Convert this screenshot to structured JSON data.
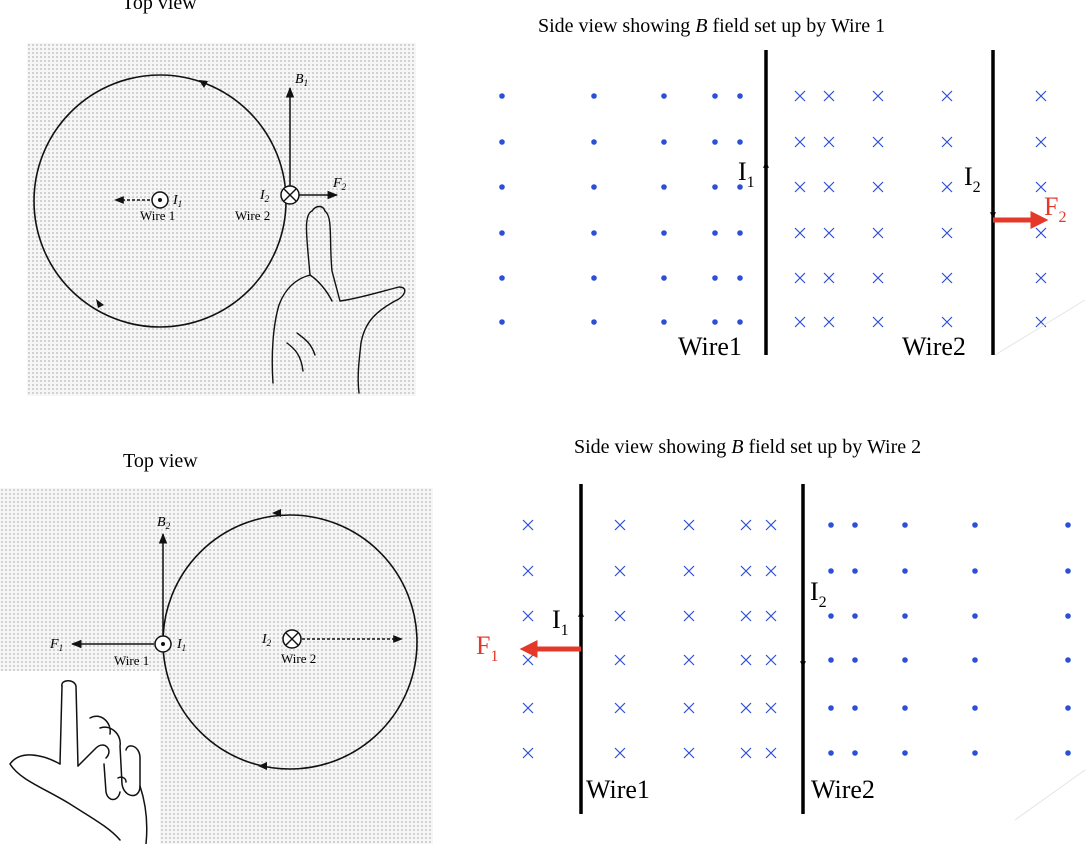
{
  "top_left": {
    "title": "Top view",
    "wire1_label": "Wire 1",
    "wire2_label": "Wire 2",
    "i1": "I",
    "i1_sub": "1",
    "i2": "I",
    "i2_sub": "2",
    "b_label": "B",
    "b_sub": "1",
    "f_label": "F",
    "f_sub": "2"
  },
  "top_right": {
    "title_prefix": "Side view showing ",
    "title_b": "B",
    "title_suffix": " field set up by Wire 1",
    "wire1_label": "Wire1",
    "wire2_label": "Wire2",
    "i1": "I",
    "i1_sub": "1",
    "i2": "I",
    "i2_sub": "2",
    "force": "F",
    "force_sub": "2"
  },
  "bottom_left": {
    "title": "Top view",
    "wire1_label": "Wire 1",
    "wire2_label": "Wire 2",
    "i1": "I",
    "i1_sub": "1",
    "i2": "I",
    "i2_sub": "2",
    "b_label": "B",
    "b_sub": "2",
    "f_label": "F",
    "f_sub": "1"
  },
  "bottom_right": {
    "title_prefix": "Side view showing ",
    "title_b": "B",
    "title_suffix": " field set up by Wire 2",
    "wire1_label": "Wire1",
    "wire2_label": "Wire2",
    "i1": "I",
    "i1_sub": "1",
    "i2": "I",
    "i2_sub": "2",
    "force": "F",
    "force_sub": "1"
  },
  "colors": {
    "field_symbol": "#2c4fd8",
    "force_arrow": "#e3382a",
    "wire": "#000000"
  }
}
